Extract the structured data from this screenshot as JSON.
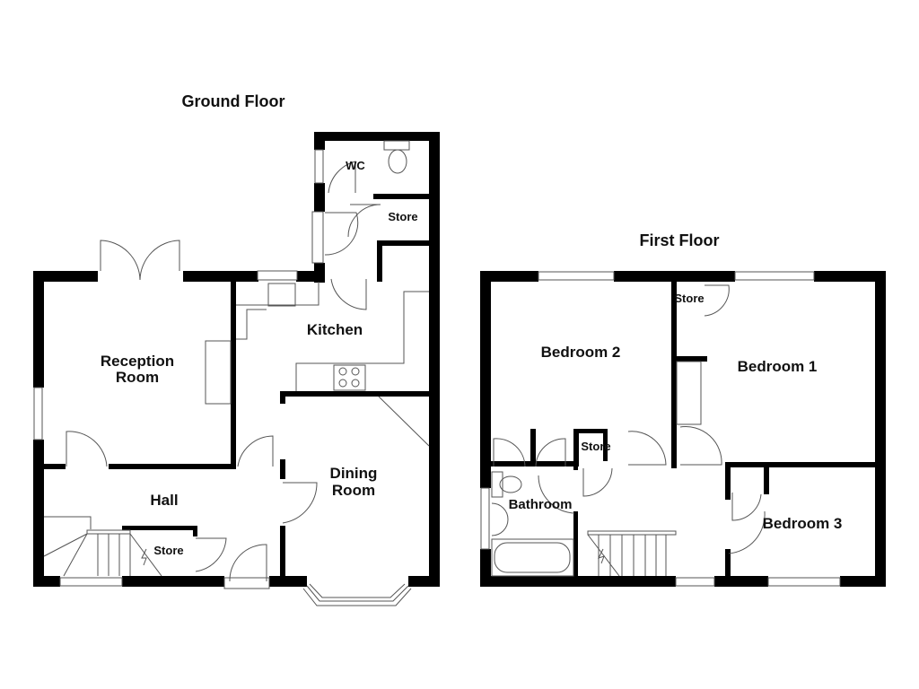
{
  "floors": [
    {
      "title": "Ground Floor",
      "rooms": [
        {
          "name": "WC"
        },
        {
          "name": "Store"
        },
        {
          "name": "Kitchen"
        },
        {
          "name_line1": "Reception",
          "name_line2": "Room"
        },
        {
          "name": "Hall"
        },
        {
          "name_line1": "Dining",
          "name_line2": "Room"
        },
        {
          "name": "Store"
        }
      ]
    },
    {
      "title": "First Floor",
      "rooms": [
        {
          "name": "Store"
        },
        {
          "name": "Bedroom 2"
        },
        {
          "name": "Bedroom 1"
        },
        {
          "name": "Store"
        },
        {
          "name": "Bathroom"
        },
        {
          "name": "Bedroom 3"
        }
      ]
    }
  ],
  "colors": {
    "wall": "#000000",
    "line": "#555555",
    "background": "#ffffff"
  }
}
